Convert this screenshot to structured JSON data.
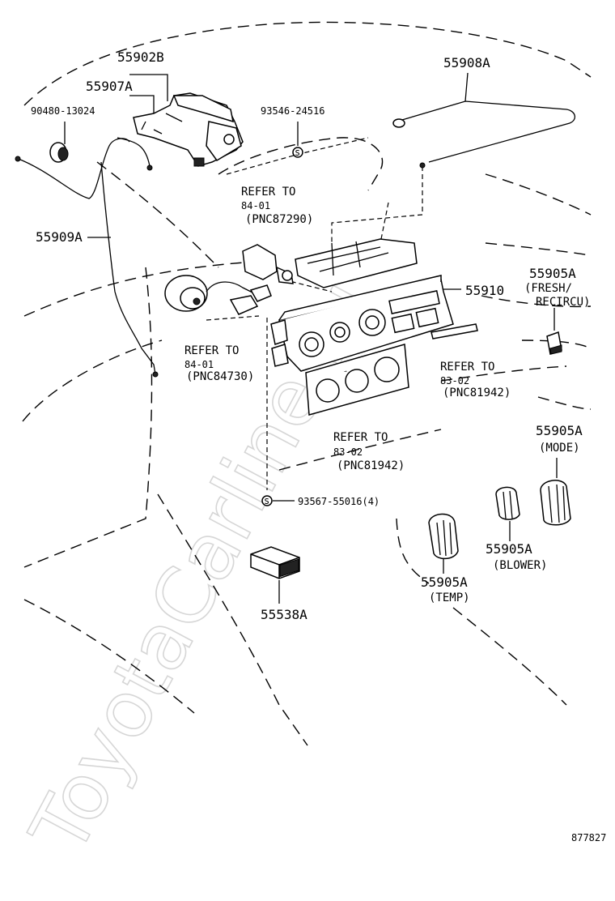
{
  "labels": {
    "l_55902b": "55902B",
    "l_55907a": "55907A",
    "l_9048013024": "90480-13024",
    "l_9354624516": "93546-24516",
    "l_55908a": "55908A",
    "l_55909a": "55909A",
    "ref1_title": "REFER TO",
    "ref1_sect": "84-01",
    "ref1_pnc": "(PNC87290)",
    "ref2_title": "REFER TO",
    "ref2_sect": "84-01",
    "ref2_pnc": "(PNC84730)",
    "l_55910": "55910",
    "fresh_num": "55905A",
    "fresh_desc1": "(FRESH/",
    "fresh_desc2": "RECIRCU)",
    "ref3_title": "REFER TO",
    "ref3_sect": "83-02",
    "ref3_pnc": "(PNC81942)",
    "ref4_title": "REFER TO",
    "ref4_sect": "83-02",
    "ref4_pnc": "(PNC81942)",
    "mode_num": "55905A",
    "mode_desc": "(MODE)",
    "screw_num": "93567-55016(4)",
    "blower_num": "55905A",
    "blower_desc": "(BLOWER)",
    "temp_num": "55905A",
    "temp_desc": "(TEMP)",
    "l_55538a": "55538A",
    "fig_num": "877827"
  },
  "watermark": "ToyotaCarline.ru"
}
